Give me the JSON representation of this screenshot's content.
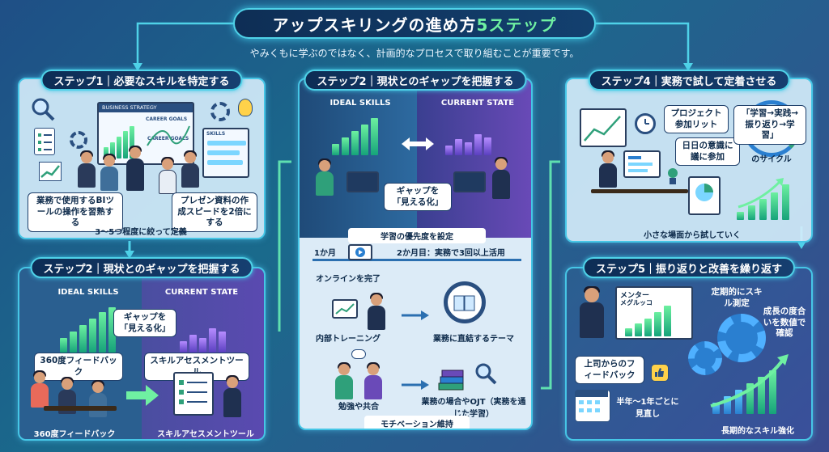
{
  "title": {
    "main": "アップスキリングの進め方",
    "accent": "5ステップ"
  },
  "subtitle": "やみくもに学ぶのではなく、計画的なプロセスで取り組むことが重要です。",
  "step1": {
    "title": "ステップ1｜必要なスキルを特定する",
    "board_title": "BUSINESS STRATEGY",
    "board_goals": "CAREER GOALS",
    "board_goals2": "CAREER GOALS",
    "board_skills": "SKILLS",
    "label_left": "業務で使用するBIツールの操作を習熟する",
    "label_right": "プレゼン資料の作成スピードを2倍にする",
    "caption": "3〜5つ程度に絞って定義"
  },
  "step2_left": {
    "title": "ステップ2｜現状とのギャップを把握する",
    "ideal": "IDEAL SKILLS",
    "current": "CURRENT STATE",
    "gap": "ギャップを「見える化」",
    "tag_left": "360度フィードバック",
    "tag_right": "スキルアセスメントツール",
    "caption_left": "360度フィードバック",
    "caption_right": "スキルアセスメントツール"
  },
  "step2_center": {
    "title": "ステップ2｜現状とのギャップを把握する",
    "ideal": "IDEAL SKILLS",
    "current": "CURRENT STATE",
    "gap": "ギャップを「見える化」",
    "priority": "学習の優先度を設定",
    "month1": "1か月",
    "month2": "2か月目：実務で3回以上活用",
    "online": "オンラインを完了",
    "internal": "内部トレーニング",
    "theme": "業務に直結するテーマ",
    "study": "勉強や共合",
    "ojt": "業務の場合やOJT（実務を通じた学習）",
    "motivation": "モチベーション維持"
  },
  "step4": {
    "title": "ステップ4｜実務で試して定着させる",
    "bubble1": "プロジェクト参加リット",
    "bubble2": "日日の意識に議に参加",
    "cycle": "「学習→実践→振り返り→学習」",
    "cycle_caption": "のサイクル",
    "caption": "小さな場面から試していく"
  },
  "step5": {
    "title": "ステップ5｜振り返りと改善を繰り返す",
    "mentor": "メンター",
    "mentor2": "メグルッコ",
    "periodic": "定期的にスキル測定",
    "growth": "成長の度合いを数値で確認",
    "feedback": "上司からのフィードバック",
    "review": "半年〜1年ごとに見直し",
    "longterm": "長期的なスキル強化"
  },
  "colors": {
    "accent": "#4fd2e8",
    "green": "#6ff0a2",
    "navy": "#0d2d55",
    "purple": "#6a4ab8"
  }
}
